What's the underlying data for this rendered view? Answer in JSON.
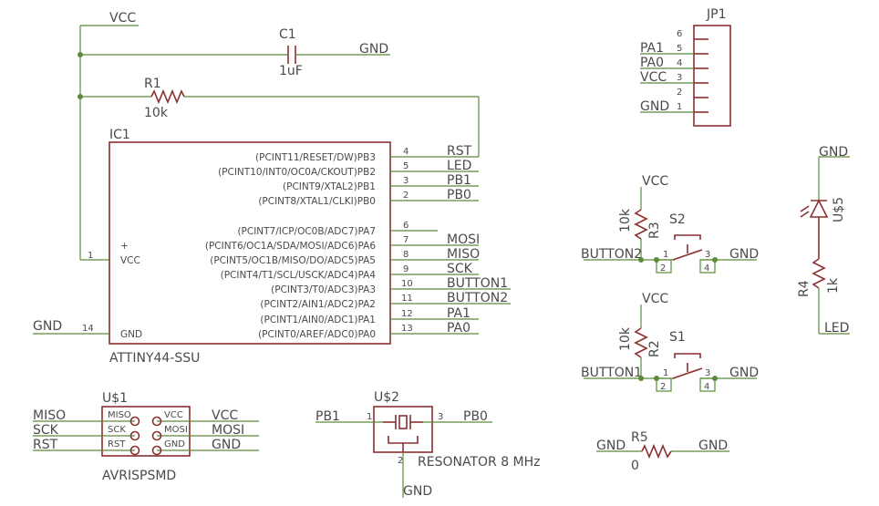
{
  "nets": {
    "vcc_top": "VCC",
    "gnd_c1": "GND",
    "rst": "RST",
    "led": "LED",
    "pb1": "PB1",
    "pb0": "PB0",
    "mosi": "MOSI",
    "miso": "MISO",
    "sck": "SCK",
    "button1": "BUTTON1",
    "button2": "BUTTON2",
    "pa1": "PA1",
    "pa0": "PA0",
    "gnd_ic": "GND"
  },
  "c1": {
    "name": "C1",
    "value": "1uF"
  },
  "r1": {
    "name": "R1",
    "value": "10k"
  },
  "ic1": {
    "name": "IC1",
    "part": "ATTINY44-SSU",
    "vcc_pin_num": "1",
    "vcc_pin": "VCC",
    "gnd_pin_num": "14",
    "gnd_pin": "GND",
    "plus": "+",
    "pins": [
      {
        "num": "4",
        "label": "(PCINT11/RESET/DW)PB3"
      },
      {
        "num": "5",
        "label": "(PCINT10/INT0/OC0A/CKOUT)PB2"
      },
      {
        "num": "3",
        "label": "(PCINT9/XTAL2)PB1"
      },
      {
        "num": "2",
        "label": "(PCINT8/XTAL1/CLKI)PB0"
      },
      {
        "num": "6",
        "label": "(PCINT7/ICP/OC0B/ADC7)PA7"
      },
      {
        "num": "7",
        "label": "(PCINT6/OC1A/SDA/MOSI/ADC6)PA6"
      },
      {
        "num": "8",
        "label": "(PCINT5/OC1B/MISO/DO/ADC5)PA5"
      },
      {
        "num": "9",
        "label": "(PCINT4/T1/SCL/USCK/ADC4)PA4"
      },
      {
        "num": "10",
        "label": "(PCINT3/T0/ADC3)PA3"
      },
      {
        "num": "11",
        "label": "(PCINT2/AIN1/ADC2)PA2"
      },
      {
        "num": "12",
        "label": "(PCINT1/AIN0/ADC1)PA1"
      },
      {
        "num": "13",
        "label": "(PCINT0/AREF/ADC0)PA0"
      }
    ]
  },
  "jp1": {
    "name": "JP1",
    "pins": [
      "6",
      "5",
      "4",
      "3",
      "2",
      "1"
    ],
    "nets": [
      "PA1",
      "PA0",
      "VCC",
      "GND"
    ]
  },
  "s2": {
    "name": "S2",
    "r_name": "R3",
    "r_value": "10k",
    "vcc": "VCC",
    "net": "BUTTON2",
    "gnd": "GND",
    "p1": "1",
    "p2": "2",
    "p3": "3",
    "p4": "4"
  },
  "s1": {
    "name": "S1",
    "r_name": "R2",
    "r_value": "10k",
    "vcc": "VCC",
    "net": "BUTTON1",
    "gnd": "GND",
    "p1": "1",
    "p2": "2",
    "p3": "3",
    "p4": "4"
  },
  "led": {
    "name": "U$5",
    "gnd": "GND",
    "r_name": "R4",
    "r_value": "1k",
    "net": "LED"
  },
  "isp": {
    "name": "U$1",
    "part": "AVRISPSMD",
    "left_nets": [
      "MISO",
      "SCK",
      "RST"
    ],
    "right_nets": [
      "VCC",
      "MOSI",
      "GND"
    ],
    "left_pins": [
      "MISO",
      "SCK",
      "RST"
    ],
    "right_pins": [
      "VCC",
      "MOSI",
      "GND"
    ]
  },
  "res": {
    "name": "U$2",
    "part": "RESONATOR 8 MHz",
    "left_net": "PB1",
    "right_net": "PB0",
    "gnd": "GND",
    "p1": "1",
    "p2": "2",
    "p3": "3"
  },
  "r5": {
    "name": "R5",
    "value": "0",
    "left_net": "GND",
    "right_net": "GND"
  }
}
